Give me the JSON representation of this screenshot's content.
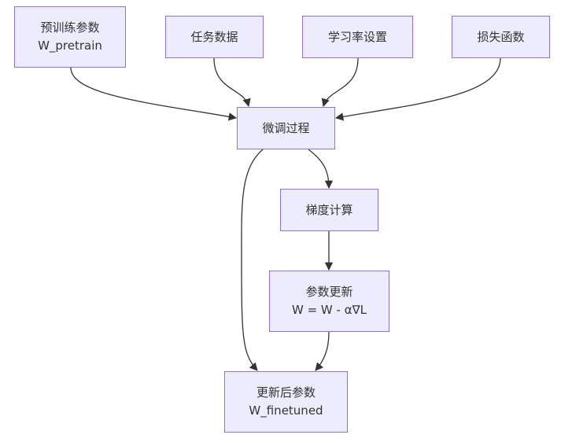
{
  "nodes": {
    "pretrain": {
      "line1": "预训练参数",
      "line2": "W_pretrain"
    },
    "task": {
      "label": "任务数据"
    },
    "lr": {
      "label": "学习率设置"
    },
    "loss": {
      "label": "损失函数"
    },
    "finetune": {
      "label": "微调过程"
    },
    "grad": {
      "label": "梯度计算"
    },
    "update": {
      "line1": "参数更新",
      "line2": "W = W - α∇L"
    },
    "final": {
      "line1": "更新后参数",
      "line2": "W_finetuned"
    }
  },
  "edges": [
    {
      "from": "pretrain",
      "to": "finetune"
    },
    {
      "from": "task",
      "to": "finetune"
    },
    {
      "from": "lr",
      "to": "finetune"
    },
    {
      "from": "loss",
      "to": "finetune"
    },
    {
      "from": "finetune",
      "to": "grad"
    },
    {
      "from": "finetune",
      "to": "final"
    },
    {
      "from": "grad",
      "to": "update"
    },
    {
      "from": "update",
      "to": "final"
    }
  ],
  "colors": {
    "node_fill": "#ececff",
    "node_border": "#9370db",
    "edge": "#333333",
    "text": "#333333"
  }
}
